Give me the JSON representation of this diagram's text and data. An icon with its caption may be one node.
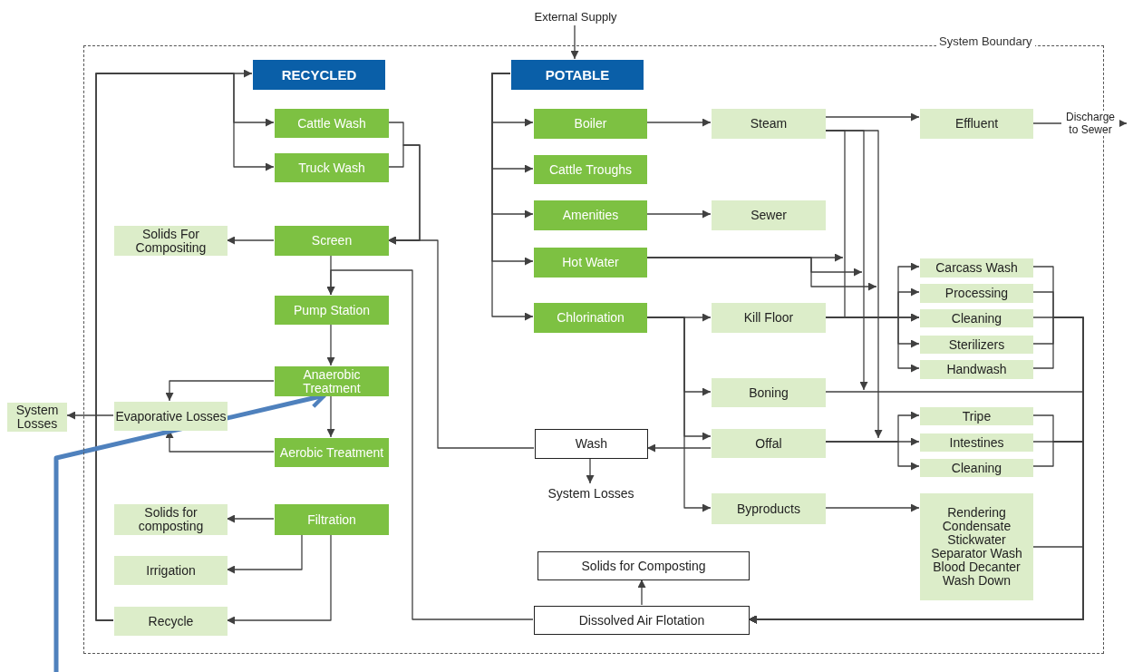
{
  "diagram": {
    "nodes": [
      {
        "text": [
          "System Boundary"
        ]
      },
      {
        "text": [
          "External Supply"
        ]
      },
      {
        "text": [
          "RECYCLED"
        ],
        "in": 0
      },
      {
        "text": [
          "POTABLE"
        ],
        "in": 0
      },
      {
        "text": [
          "Cattle Wash"
        ],
        "in": 0
      },
      {
        "text": [
          "Truck Wash"
        ],
        "in": 0
      },
      {
        "text": [
          "Screen"
        ],
        "in": 0
      },
      {
        "text": [
          "Solids For Compositing"
        ],
        "in": 0
      },
      {
        "text": [
          "Pump Station"
        ],
        "in": 0
      },
      {
        "text": [
          "Anaerobic Treatment"
        ],
        "in": 0
      },
      {
        "text": [
          "Evaporative Losses"
        ],
        "in": 0
      },
      {
        "text": [
          "System Losses"
        ]
      },
      {
        "text": [
          "Aerobic Treatment"
        ],
        "in": 0
      },
      {
        "text": [
          "Filtration"
        ],
        "in": 0
      },
      {
        "text": [
          "Solids for composting"
        ],
        "in": 0
      },
      {
        "text": [
          "Irrigation"
        ],
        "in": 0
      },
      {
        "text": [
          "Recycle"
        ],
        "in": 0
      },
      {
        "text": [
          "Boiler"
        ],
        "in": 0
      },
      {
        "text": [
          "Cattle Troughs"
        ],
        "in": 0
      },
      {
        "text": [
          "Amenities"
        ],
        "in": 0
      },
      {
        "text": [
          "Hot Water"
        ],
        "in": 0
      },
      {
        "text": [
          "Chlorination"
        ],
        "in": 0
      },
      {
        "text": [
          "Steam"
        ],
        "in": 0
      },
      {
        "text": [
          "Sewer"
        ],
        "in": 0
      },
      {
        "text": [
          "Effluent"
        ],
        "in": 0
      },
      {
        "text": [
          "Kill Floor"
        ],
        "in": 0
      },
      {
        "text": [
          "Carcass Wash"
        ],
        "in": 0
      },
      {
        "text": [
          "Processing"
        ],
        "in": 0
      },
      {
        "text": [
          "Cleaning"
        ],
        "in": 0
      },
      {
        "text": [
          "Sterilizers"
        ],
        "in": 0
      },
      {
        "text": [
          "Handwash"
        ],
        "in": 0
      },
      {
        "text": [
          "Boning"
        ],
        "in": 0
      },
      {
        "text": [
          "Tripe"
        ],
        "in": 0
      },
      {
        "text": [
          "Intestines"
        ],
        "in": 0
      },
      {
        "text": [
          "Cleaning"
        ],
        "in": 0
      },
      {
        "text": [
          "Wash"
        ],
        "in": 0
      },
      {
        "text": [
          "System Losses"
        ],
        "in": 0
      },
      {
        "text": [
          "Offal"
        ],
        "in": 0
      },
      {
        "text": [
          "Byproducts"
        ],
        "in": 0
      },
      {
        "text": [
          "Rendering",
          "Condensate",
          "Stickwater",
          "Separator Wash",
          "Blood Decanter",
          "Wash Down"
        ],
        "in": 0
      },
      {
        "text": [
          "Solids for Composting"
        ],
        "in": 0
      },
      {
        "text": [
          "Dissolved Air Flotation"
        ],
        "in": 0
      }
    ],
    "edges": [
      {
        "from": 1,
        "to": 3,
        "arrow": "to"
      },
      {
        "from": 3,
        "to": 17,
        "arrow": "to"
      },
      {
        "from": 3,
        "to": 18,
        "arrow": "to"
      },
      {
        "from": 3,
        "to": 19,
        "arrow": "to"
      },
      {
        "from": 3,
        "to": 20,
        "arrow": "to"
      },
      {
        "from": 3,
        "to": 21,
        "arrow": "to"
      },
      {
        "from": 17,
        "to": 22,
        "arrow": "to"
      },
      {
        "from": 19,
        "to": 23,
        "arrow": "to"
      },
      {
        "from": 22,
        "to": 24,
        "arrow": "to"
      },
      {
        "from": 24,
        "to": null,
        "arrow": "to",
        "label": "Discharge to Sewer"
      },
      {
        "from": 22,
        "to": 28,
        "arrow": "to"
      },
      {
        "from": 22,
        "to": null,
        "arrow": "to"
      },
      {
        "from": 22,
        "to": null,
        "arrow": "to"
      },
      {
        "from": 20,
        "to": null,
        "arrow": "to"
      },
      {
        "from": 20,
        "to": null,
        "arrow": "to"
      },
      {
        "from": 20,
        "to": null,
        "arrow": "to"
      },
      {
        "from": 21,
        "to": 25,
        "arrow": "to"
      },
      {
        "from": 21,
        "to": 31,
        "arrow": "to"
      },
      {
        "from": 21,
        "to": 37,
        "arrow": "to"
      },
      {
        "from": 21,
        "to": 38,
        "arrow": "to"
      },
      {
        "from": 25,
        "to": 26,
        "arrow": "to"
      },
      {
        "from": 25,
        "to": 27,
        "arrow": "to"
      },
      {
        "from": 25,
        "to": 28,
        "arrow": "to"
      },
      {
        "from": 25,
        "to": 29,
        "arrow": "to"
      },
      {
        "from": 25,
        "to": 30,
        "arrow": "to"
      },
      {
        "from": 37,
        "to": 35,
        "arrow": "to"
      },
      {
        "from": 37,
        "to": 32,
        "arrow": "to"
      },
      {
        "from": 37,
        "to": 33,
        "arrow": "to"
      },
      {
        "from": 37,
        "to": 34,
        "arrow": "to"
      },
      {
        "from": 38,
        "to": 39,
        "arrow": "to"
      },
      {
        "from": 26,
        "to": 41,
        "arrow": "to"
      },
      {
        "from": 27,
        "to": 41,
        "arrow": "to"
      },
      {
        "from": 28,
        "to": 41,
        "arrow": "to"
      },
      {
        "from": 29,
        "to": 41,
        "arrow": "to"
      },
      {
        "from": 30,
        "to": 41,
        "arrow": "to"
      },
      {
        "from": 31,
        "to": 41,
        "arrow": "to"
      },
      {
        "from": 32,
        "to": 41,
        "arrow": "to"
      },
      {
        "from": 33,
        "to": 41,
        "arrow": "to"
      },
      {
        "from": 34,
        "to": 41,
        "arrow": "to"
      },
      {
        "from": 39,
        "to": 41,
        "arrow": "to"
      },
      {
        "from": 41,
        "to": 40,
        "arrow": "to"
      },
      {
        "from": 41,
        "to": 8,
        "arrow": "to"
      },
      {
        "from": 35,
        "to": 36,
        "arrow": "to"
      },
      {
        "from": 35,
        "to": 6,
        "arrow": "to"
      },
      {
        "from": 4,
        "to": 6,
        "arrow": "to"
      },
      {
        "from": 5,
        "to": 6,
        "arrow": "to"
      },
      {
        "from": 6,
        "to": 7,
        "arrow": "to"
      },
      {
        "from": 6,
        "to": 8,
        "arrow": "to"
      },
      {
        "from": 8,
        "to": 9,
        "arrow": "to"
      },
      {
        "from": 9,
        "to": 12,
        "arrow": "to"
      },
      {
        "from": 9,
        "to": 10,
        "arrow": "to"
      },
      {
        "from": 12,
        "to": 10,
        "arrow": "to"
      },
      {
        "from": 10,
        "to": 11,
        "arrow": "to"
      },
      {
        "from": 13,
        "to": 14,
        "arrow": "to"
      },
      {
        "from": 13,
        "to": 15,
        "arrow": "to"
      },
      {
        "from": 13,
        "to": 16,
        "arrow": "to"
      },
      {
        "from": 16,
        "to": 2,
        "arrow": "to"
      },
      {
        "from": 16,
        "to": 4,
        "arrow": "to"
      },
      {
        "from": 16,
        "to": 5,
        "arrow": "to"
      },
      {
        "from": null,
        "to": 9,
        "arrow": "to",
        "style": "thick",
        "color": "#4f81bd"
      }
    ]
  }
}
